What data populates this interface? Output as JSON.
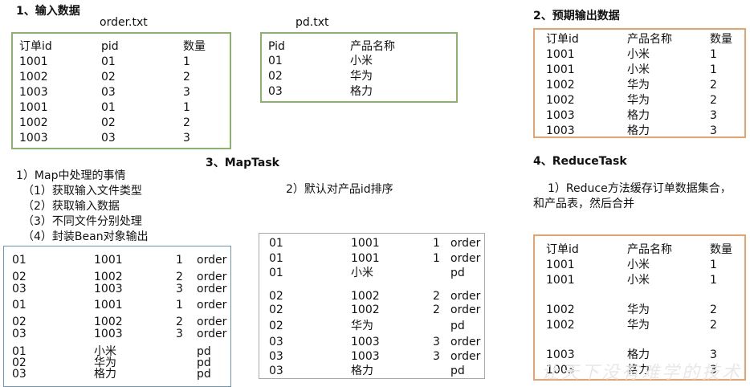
{
  "section1": {
    "title": "1、输入数据"
  },
  "order": {
    "filename": "order.txt",
    "header": [
      "订单id",
      "pid",
      "数量"
    ],
    "rows": [
      [
        "1001",
        "01",
        "1"
      ],
      [
        "1002",
        "02",
        "2"
      ],
      [
        "1003",
        "03",
        "3"
      ],
      [
        "1001",
        "01",
        "1"
      ],
      [
        "1002",
        "02",
        "2"
      ],
      [
        "1003",
        "03",
        "3"
      ]
    ]
  },
  "pd": {
    "filename": "pd.txt",
    "header": [
      "Pid",
      "产品名称"
    ],
    "rows": [
      [
        "01",
        "小米"
      ],
      [
        "02",
        "华为"
      ],
      [
        "03",
        "格力"
      ]
    ]
  },
  "section2": {
    "title": "2、预期输出数据",
    "header": [
      "订单id",
      "产品名称",
      "数量"
    ],
    "rows": [
      [
        "1001",
        "小米",
        "1"
      ],
      [
        "1001",
        "小米",
        "1"
      ],
      [
        "1002",
        "华为",
        "2"
      ],
      [
        "1002",
        "华为",
        "2"
      ],
      [
        "1003",
        "格力",
        "3"
      ],
      [
        "1003",
        "格力",
        "3"
      ]
    ]
  },
  "section3": {
    "title": "3、MapTask",
    "desc": [
      "1）Map中处理的事情",
      "（1）获取输入文件类型",
      "（2）获取输入数据",
      "（3）不同文件分别处理",
      "（4）封装Bean对象输出"
    ],
    "sort_desc": "2）默认对产品id排序",
    "map_rows": [
      [
        "01",
        "1001",
        "1",
        "order"
      ],
      [
        "02",
        "1002",
        "2",
        "order"
      ],
      [
        "03",
        "1003",
        "3",
        "order"
      ],
      [
        "01",
        "1001",
        "1",
        "order"
      ],
      [
        "02",
        "1002",
        "2",
        "order"
      ],
      [
        "03",
        "1003",
        "3",
        "order"
      ],
      [
        "01",
        "小米",
        "",
        "pd"
      ],
      [
        "02",
        "华为",
        "",
        "pd"
      ],
      [
        "03",
        "格力",
        "",
        "pd"
      ]
    ],
    "sorted_rows": [
      [
        "01",
        "1001",
        "1",
        "order"
      ],
      [
        "01",
        "1001",
        "1",
        "order"
      ],
      [
        "01",
        "小米",
        "",
        "pd"
      ],
      [
        "02",
        "1002",
        "2",
        "order"
      ],
      [
        "02",
        "1002",
        "2",
        "order"
      ],
      [
        "02",
        "华为",
        "",
        "pd"
      ],
      [
        "03",
        "1003",
        "3",
        "order"
      ],
      [
        "03",
        "1003",
        "3",
        "order"
      ],
      [
        "03",
        "格力",
        "",
        "pd"
      ]
    ]
  },
  "section4": {
    "title": "4、ReduceTask",
    "desc1": "1）Reduce方法缓存订单数据集合，",
    "desc2": "和产品表，然后合并",
    "header": [
      "订单id",
      "产品名称",
      "数量"
    ],
    "rows": [
      [
        "1001",
        "小米",
        "1"
      ],
      [
        "1001",
        "小米",
        "1"
      ],
      [
        "1002",
        "华为",
        "2"
      ],
      [
        "1002",
        "华为",
        "2"
      ],
      [
        "1003",
        "格力",
        "3"
      ],
      [
        "1003",
        "格力",
        "3"
      ]
    ]
  },
  "watermark": "让天下没有难学的技术"
}
